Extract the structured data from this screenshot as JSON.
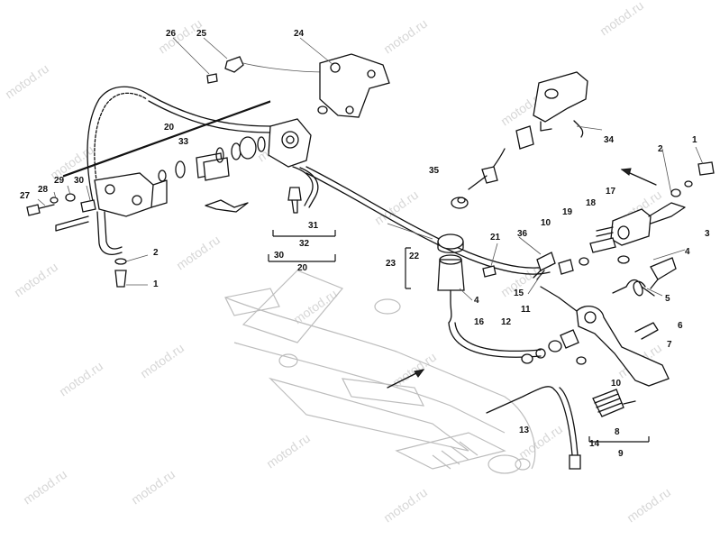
{
  "watermark_text": "motod.ru",
  "callouts": {
    "c1": "1",
    "c2": "2",
    "c3": "3",
    "c4": "4",
    "c5": "5",
    "c6": "6",
    "c7": "7",
    "c8": "8",
    "c9": "9",
    "c10": "10",
    "c11": "11",
    "c12": "12",
    "c13": "13",
    "c14": "14",
    "c15": "15",
    "c16": "16",
    "c17": "17",
    "c18": "18",
    "c19": "19",
    "c20": "20",
    "c21": "21",
    "c22": "22",
    "c23": "23",
    "c24": "24",
    "c25": "25",
    "c26": "26",
    "c27": "27",
    "c28": "28",
    "c29": "29",
    "c30": "30",
    "c31": "31",
    "c32": "32",
    "c33": "33",
    "c34": "34",
    "c35": "35",
    "c36": "36"
  }
}
